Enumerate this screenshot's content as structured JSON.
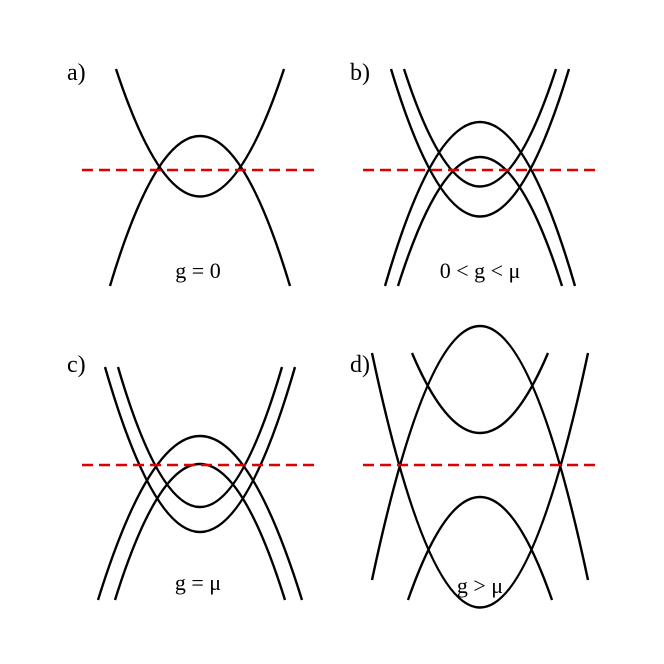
{
  "figure": {
    "panels": [
      {
        "id": "a",
        "letter": "a)",
        "condition": "g = 0"
      },
      {
        "id": "b",
        "letter": "b)",
        "condition": "0 < g < μ"
      },
      {
        "id": "c",
        "letter": "c)",
        "condition": "g = μ"
      },
      {
        "id": "d",
        "letter": "d)",
        "condition": "g > μ"
      }
    ]
  },
  "colors": {
    "curve": "#000000",
    "fermi_level": "#e00000",
    "background": "#ffffff"
  }
}
